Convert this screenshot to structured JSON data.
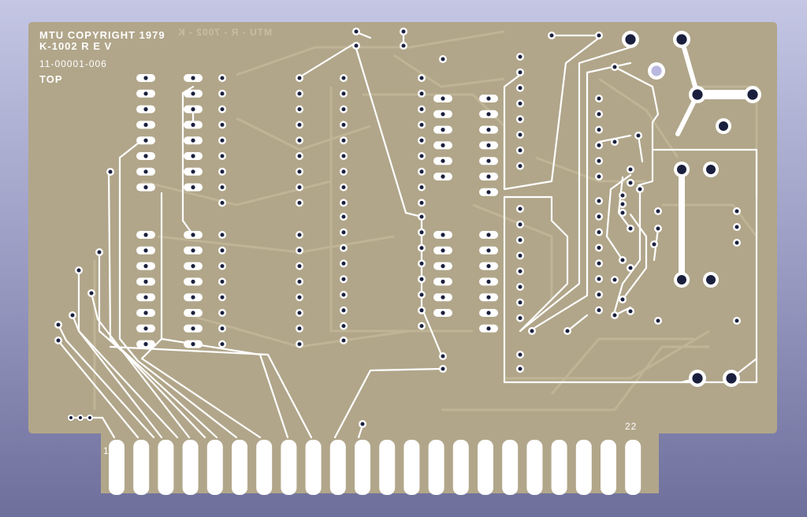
{
  "board": {
    "copyright_line": "MTU   COPYRIGHT   1979",
    "part_line": "K-1002   R E V",
    "part_number": "11-00001-006",
    "side_label": "TOP",
    "mirrored_silk": "MTU - R - 7002 - K",
    "pin_first": "1",
    "pin_last": "22",
    "colors": {
      "substrate": "#b1a68a",
      "copper": "#ffffff",
      "drill_hole": "#1a1f3d",
      "faint_trace": "#c4b99c",
      "background": "#9fa1c8"
    }
  }
}
